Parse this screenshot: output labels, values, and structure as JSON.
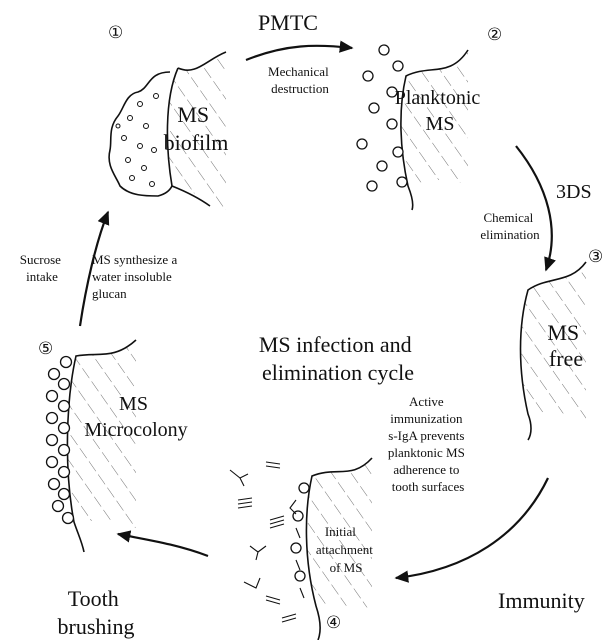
{
  "title": [
    "MS infection and",
    "elimination cycle"
  ],
  "stages": [
    {
      "num": "①",
      "label": [
        "MS",
        "biofilm"
      ]
    },
    {
      "num": "②",
      "label": [
        "Planktonic",
        "MS"
      ]
    },
    {
      "num": "③",
      "label": [
        "MS",
        "free"
      ]
    },
    {
      "num": "④",
      "label": [
        "Initial",
        "attachment",
        "of MS"
      ]
    },
    {
      "num": "⑤",
      "label": [
        "MS",
        "Microcolony"
      ]
    }
  ],
  "transitions": {
    "pmtc": {
      "label": "PMTC",
      "note": [
        "Mechanical",
        "destruction"
      ]
    },
    "tds": {
      "label": "3DS",
      "note": [
        "Chemical",
        "elimination"
      ]
    },
    "immunity": {
      "label": "Immunity",
      "note": [
        "Active",
        "immunization",
        "s-IgA prevents",
        "planktonic MS",
        "adherence to",
        "tooth surfaces"
      ]
    },
    "brushing": {
      "label": [
        "Tooth",
        "brushing"
      ]
    },
    "sucrose": {
      "label": [
        "Sucrose",
        "intake"
      ],
      "note": [
        "MS synthesize a",
        "water insoluble",
        "glucan"
      ]
    }
  }
}
